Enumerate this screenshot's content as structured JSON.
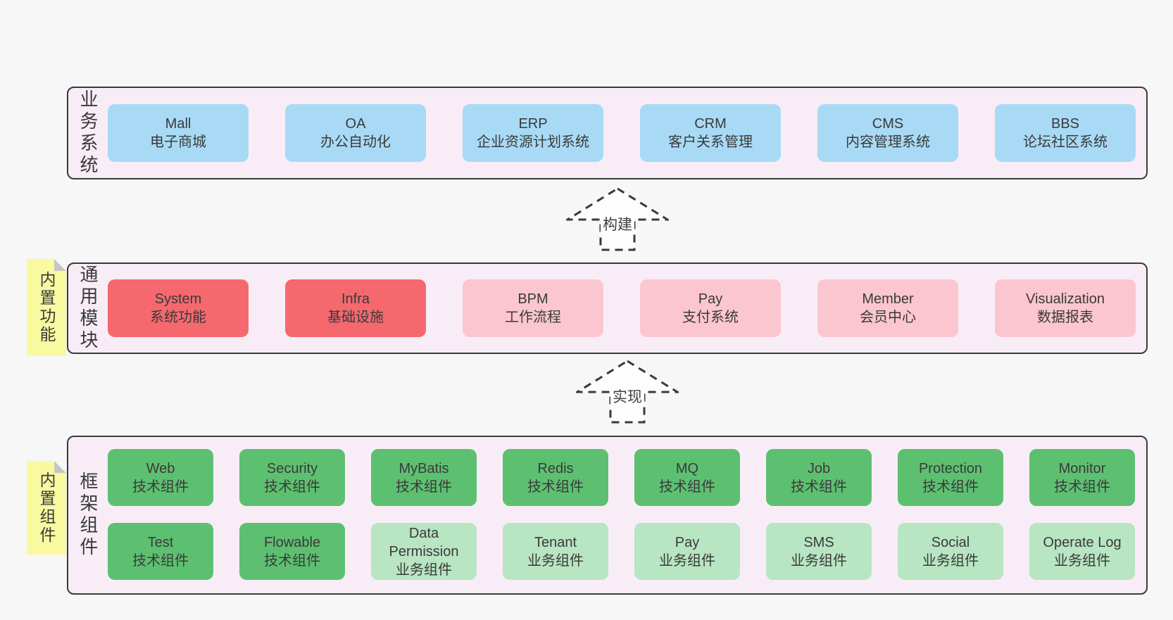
{
  "colors": {
    "page_bg": "#f7f7f7",
    "band_bg": "#f8edf7",
    "band_border": "#3a3a3a",
    "box_blue": "#a8daf5",
    "box_red": "#f5696e",
    "box_pink": "#fbc6d0",
    "box_green_dark": "#5dc071",
    "box_green_light": "#b8e5c2",
    "sticky_bg": "#f9f9a0",
    "sticky_fold": "#c6c6c6",
    "text": "#3a3a3a",
    "arrow_fill": "#fdfdfd"
  },
  "arrows": {
    "build": "构建",
    "implement": "实现"
  },
  "bands": {
    "business": {
      "vertical_label": "业务系统",
      "boxes": [
        {
          "name": "Mall",
          "desc": "电子商城",
          "variant": "blue"
        },
        {
          "name": "OA",
          "desc": "办公自动化",
          "variant": "blue"
        },
        {
          "name": "ERP",
          "desc": "企业资源计划系统",
          "variant": "blue"
        },
        {
          "name": "CRM",
          "desc": "客户关系管理",
          "variant": "blue"
        },
        {
          "name": "CMS",
          "desc": "内容管理系统",
          "variant": "blue"
        },
        {
          "name": "BBS",
          "desc": "论坛社区系统",
          "variant": "blue"
        }
      ]
    },
    "modules": {
      "sticky_label": "内置功能",
      "vertical_label": "通用模块",
      "boxes": [
        {
          "name": "System",
          "desc": "系统功能",
          "variant": "red"
        },
        {
          "name": "Infra",
          "desc": "基础设施",
          "variant": "red"
        },
        {
          "name": "BPM",
          "desc": "工作流程",
          "variant": "pink"
        },
        {
          "name": "Pay",
          "desc": "支付系统",
          "variant": "pink"
        },
        {
          "name": "Member",
          "desc": "会员中心",
          "variant": "pink"
        },
        {
          "name": "Visualization",
          "desc": "数据报表",
          "variant": "pink"
        }
      ]
    },
    "components": {
      "sticky_label": "内置组件",
      "vertical_label": "框架组件",
      "row1": [
        {
          "name": "Web",
          "desc": "技术组件",
          "variant": "green-dark"
        },
        {
          "name": "Security",
          "desc": "技术组件",
          "variant": "green-dark"
        },
        {
          "name": "MyBatis",
          "desc": "技术组件",
          "variant": "green-dark"
        },
        {
          "name": "Redis",
          "desc": "技术组件",
          "variant": "green-dark"
        },
        {
          "name": "MQ",
          "desc": "技术组件",
          "variant": "green-dark"
        },
        {
          "name": "Job",
          "desc": "技术组件",
          "variant": "green-dark"
        },
        {
          "name": "Protection",
          "desc": "技术组件",
          "variant": "green-dark"
        },
        {
          "name": "Monitor",
          "desc": "技术组件",
          "variant": "green-dark"
        }
      ],
      "row2": [
        {
          "name": "Test",
          "desc": "技术组件",
          "variant": "green-dark"
        },
        {
          "name": "Flowable",
          "desc": "技术组件",
          "variant": "green-dark"
        },
        {
          "name": "Data Permission",
          "desc": "业务组件",
          "variant": "green-light"
        },
        {
          "name": "Tenant",
          "desc": "业务组件",
          "variant": "green-light"
        },
        {
          "name": "Pay",
          "desc": "业务组件",
          "variant": "green-light"
        },
        {
          "name": "SMS",
          "desc": "业务组件",
          "variant": "green-light"
        },
        {
          "name": "Social",
          "desc": "业务组件",
          "variant": "green-light"
        },
        {
          "name": "Operate Log",
          "desc": "业务组件",
          "variant": "green-light"
        }
      ]
    }
  }
}
